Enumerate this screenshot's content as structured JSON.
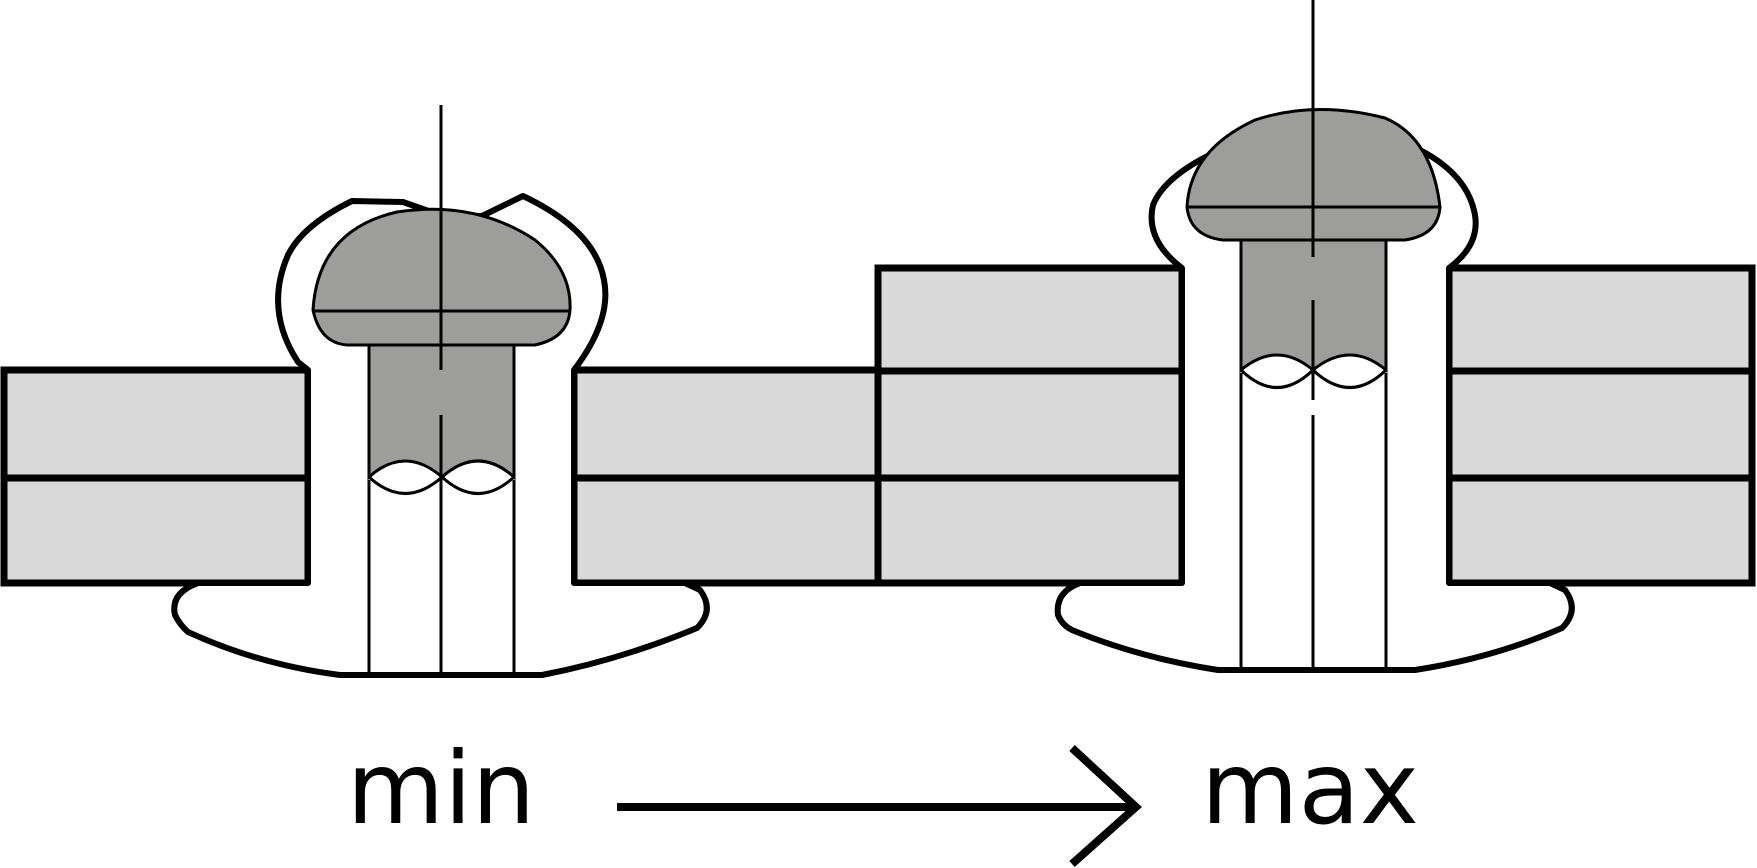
{
  "diagram": {
    "labels": {
      "min": "min",
      "max": "max"
    },
    "colors": {
      "plate": "#d9d9d9",
      "mandrel": "#9d9d9c",
      "outline": "#000000",
      "background": "#ffffff"
    },
    "rivets": [
      {
        "id": "min",
        "plate_layers": 2
      },
      {
        "id": "max",
        "plate_layers": 3
      }
    ]
  }
}
